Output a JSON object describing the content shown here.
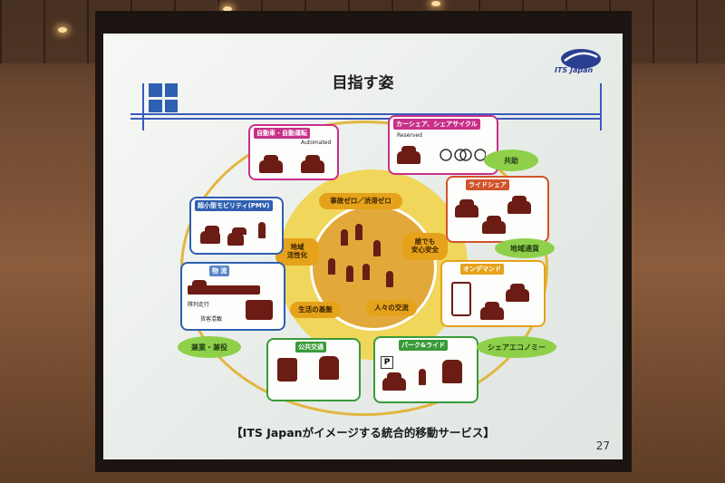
{
  "slide": {
    "title": "目指す姿",
    "logo_text": "ITS Japan",
    "caption": "【ITS Japanがイメージする統合的移動サービス】",
    "page_number": "27"
  },
  "center": {
    "items": [
      "事故ゼロ／渋滞ゼロ",
      "地域\n活性化",
      "誰でも\n安心安全",
      "生活の基盤",
      "人々の交流"
    ]
  },
  "nodes": {
    "autonomous": {
      "label": "自動車・自動運転",
      "sub": "Automated"
    },
    "carshare": {
      "label": "カーシェア、シェアサイクル",
      "sub": "Reserved"
    },
    "pmv": {
      "label": "超小型モビリティ(PMV)"
    },
    "rideshare": {
      "label": "ライドシェア"
    },
    "logistics": {
      "label": "物 流",
      "sub1": "隊列走行",
      "sub2": "貨客混載"
    },
    "ondemand": {
      "label": "オンデマンド"
    },
    "transit": {
      "label": "公共交通"
    },
    "parkride": {
      "label": "パーク&ライド"
    }
  },
  "ovals": {
    "kyojo": "共助",
    "chiiki": "地域通貨",
    "share_econ": "シェアエコノミー",
    "kengyo": "兼業・兼役"
  },
  "colors": {
    "accent_blue": "#3a5bbd",
    "center_yellow": "#f0d65a",
    "pill_orange": "#e5a21a",
    "oval_green": "#8fd04a",
    "icon_brown": "#6b1c14"
  }
}
